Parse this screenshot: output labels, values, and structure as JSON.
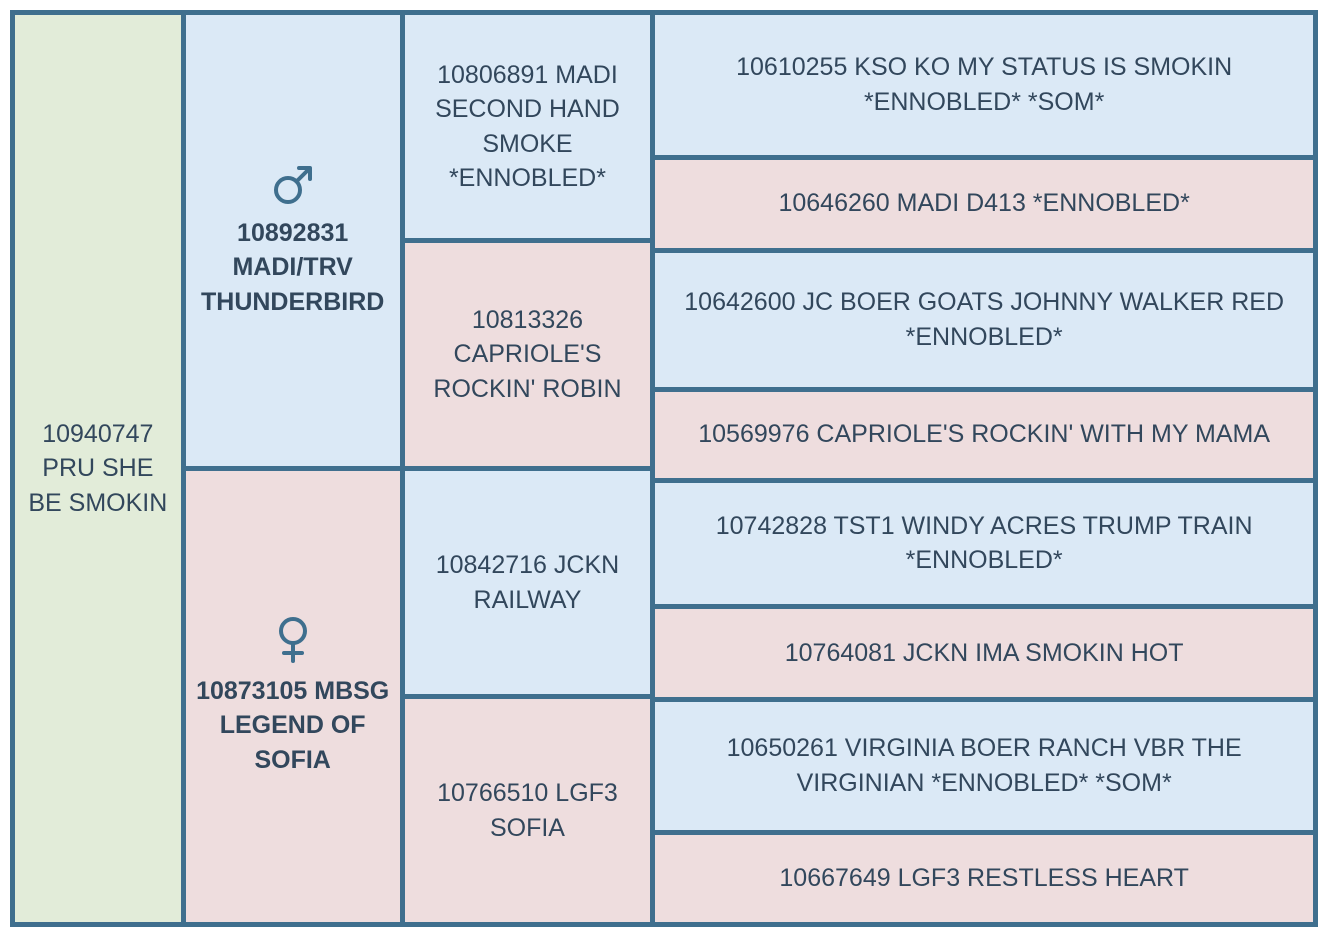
{
  "colors": {
    "border": "#3f6f8e",
    "male_bg": "#dbe9f6",
    "female_bg": "#eeddde",
    "self_bg": "#e2ecd9",
    "text": "#32475c",
    "icon": "#3f6f8e"
  },
  "pedigree": {
    "self": {
      "name": "10940747 PRU SHE BE SMOKIN",
      "sex": "self",
      "background": "self"
    },
    "parents": [
      {
        "name": "10892831 MADI/TRV THUNDERBIRD",
        "sex": "male",
        "icon": "mars-icon",
        "background": "male"
      },
      {
        "name": "10873105 MBSG LEGEND OF SOFIA",
        "sex": "female",
        "icon": "venus-icon",
        "background": "female"
      }
    ],
    "grandparents": [
      {
        "name": "10806891 MADI SECOND HAND SMOKE *ENNOBLED*",
        "sex": "male",
        "background": "male"
      },
      {
        "name": "10813326 CAPRIOLE'S ROCKIN' ROBIN",
        "sex": "female",
        "background": "female"
      },
      {
        "name": "10842716 JCKN RAILWAY",
        "sex": "male",
        "background": "male"
      },
      {
        "name": "10766510 LGF3 SOFIA",
        "sex": "female",
        "background": "female"
      }
    ],
    "great_grandparents": [
      {
        "name": "10610255 KSO KO MY STATUS IS SMOKIN *ENNOBLED* *SOM*",
        "sex": "male",
        "background": "male"
      },
      {
        "name": "10646260 MADI D413 *ENNOBLED*",
        "sex": "female",
        "background": "female"
      },
      {
        "name": "10642600 JC BOER GOATS JOHNNY WALKER RED *ENNOBLED*",
        "sex": "male",
        "background": "male"
      },
      {
        "name": "10569976 CAPRIOLE'S ROCKIN' WITH MY MAMA",
        "sex": "female",
        "background": "female"
      },
      {
        "name": "10742828 TST1 WINDY ACRES TRUMP TRAIN *ENNOBLED*",
        "sex": "male",
        "background": "male"
      },
      {
        "name": "10764081 JCKN IMA SMOKIN HOT",
        "sex": "female",
        "background": "female"
      },
      {
        "name": "10650261 VIRGINIA BOER RANCH VBR THE VIRGINIAN *ENNOBLED* *SOM*",
        "sex": "male",
        "background": "male"
      },
      {
        "name": "10667649 LGF3 RESTLESS HEART",
        "sex": "female",
        "background": "female"
      }
    ]
  }
}
